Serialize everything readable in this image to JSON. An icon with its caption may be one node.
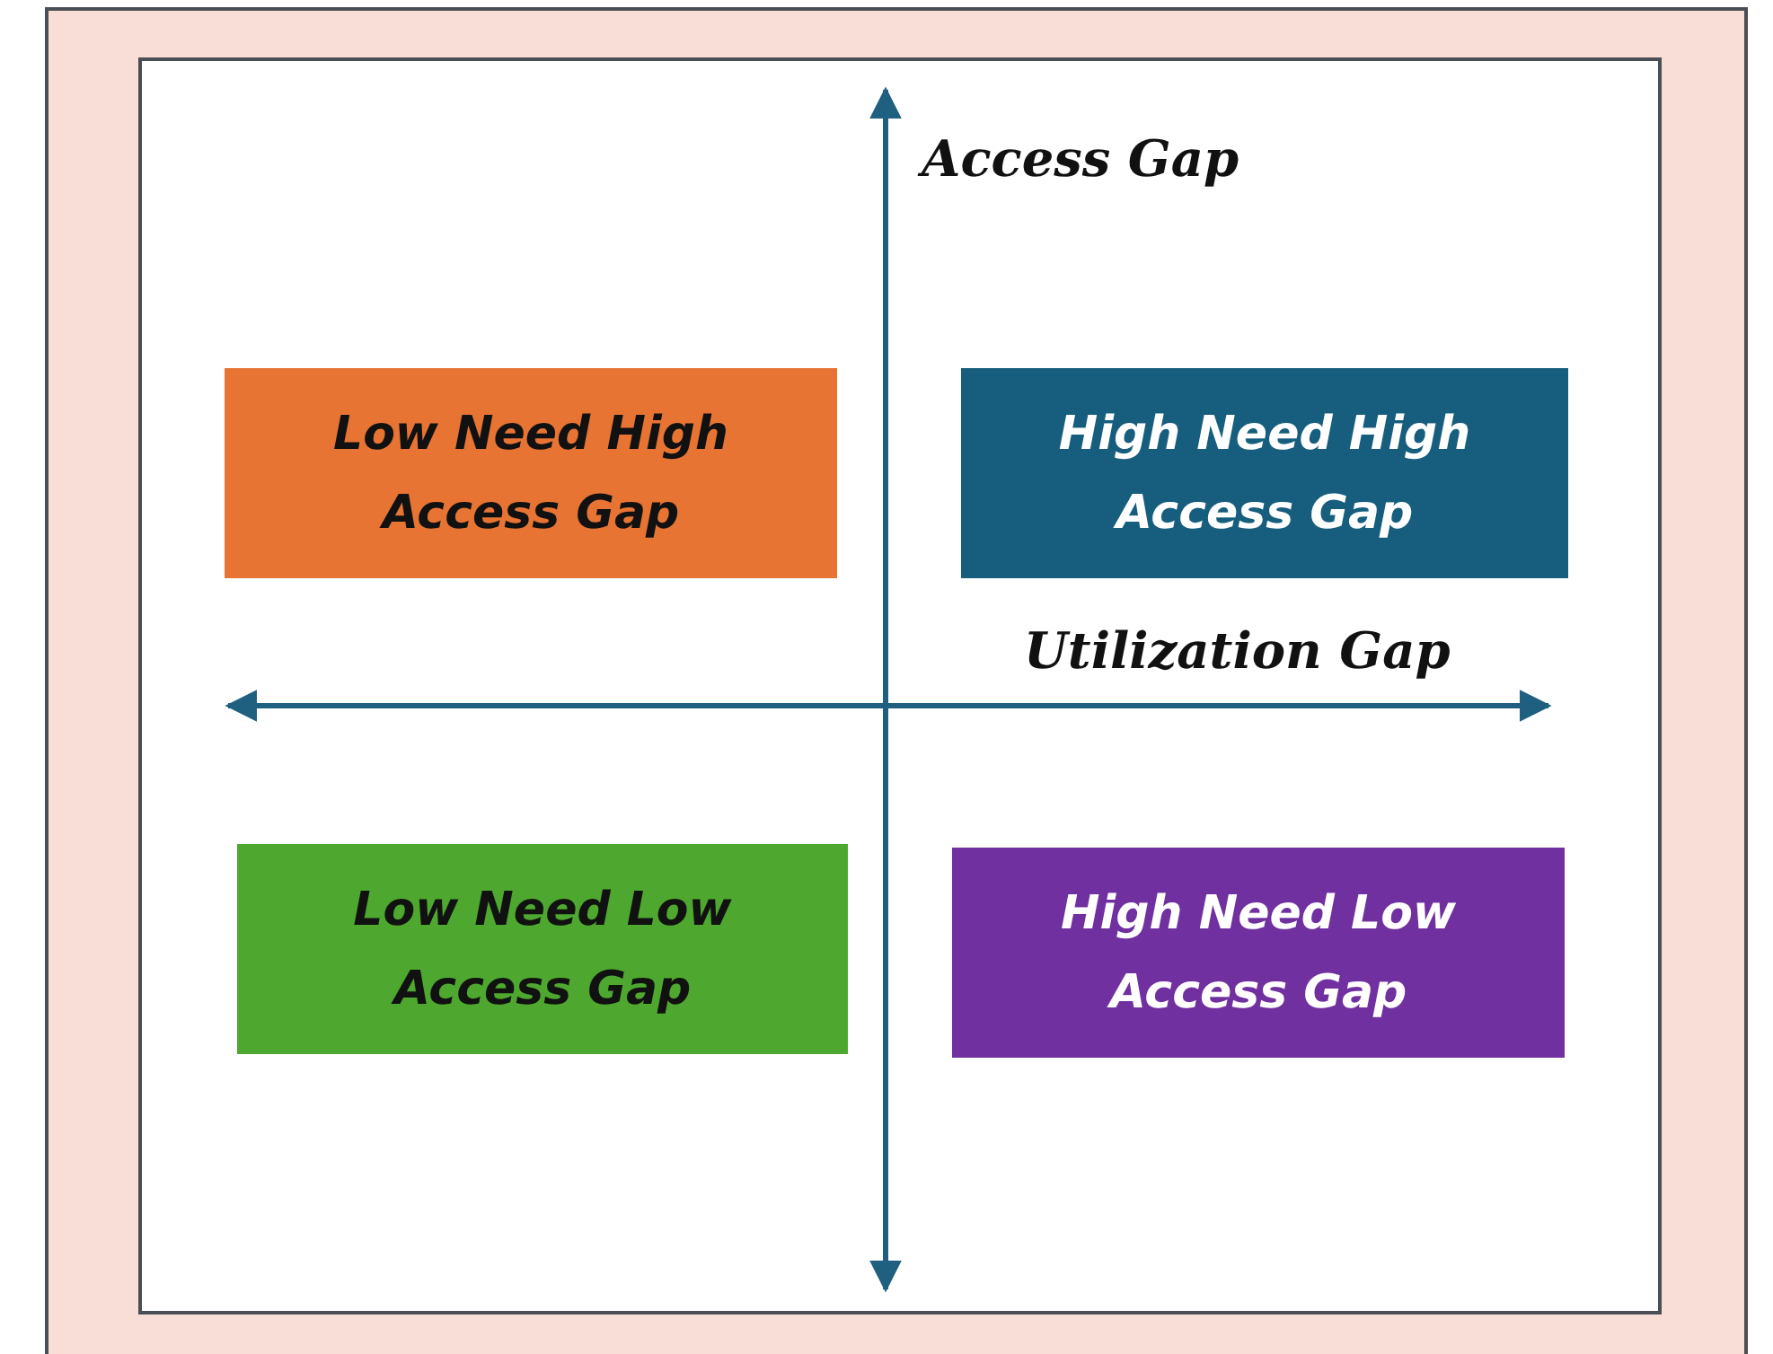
{
  "diagram": {
    "nodes": [
      {
        "text": [
          "Low Need High Access Gap"
        ]
      },
      {
        "text": [
          "High Need High Access Gap"
        ]
      },
      {
        "text": [
          "Low Need Low Access Gap"
        ]
      },
      {
        "text": [
          "High Need Low Access Gap"
        ]
      }
    ],
    "edges": [],
    "labels": [
      "Access Gap",
      "Utilization Gap"
    ]
  }
}
